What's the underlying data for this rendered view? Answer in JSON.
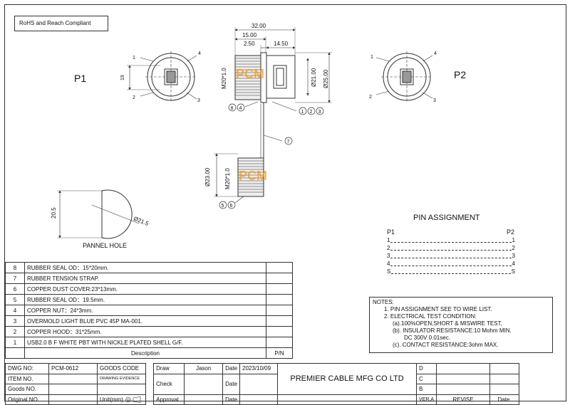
{
  "compliance": "RoHS and Reach Compliant",
  "views": {
    "p1": "P1",
    "p2": "P2",
    "panel_hole": "PANNEL HOLE"
  },
  "pin_callouts": [
    "1",
    "2",
    "3",
    "4"
  ],
  "dimensions": {
    "d32": "32.00",
    "d15": "15.00",
    "d2_5": "2.50",
    "d14_5": "14.50",
    "m20_top": "M20*1.0",
    "dia21": "Ø21.00",
    "dia25": "Ø25.00",
    "h19": "19",
    "dia23": "Ø23.00",
    "m20_bottom": "M20*1.0",
    "h20_5": "20.5",
    "dia21_5": "Ø21.5"
  },
  "part_callouts": {
    "c8": "8",
    "c4": "4",
    "c1": "1",
    "c2": "2",
    "c3": "3",
    "c7": "7",
    "c5": "5",
    "c6": "6"
  },
  "logo_text": "PCM",
  "pin_assignment": {
    "title": "PIN  ASSIGNMENT",
    "left_header": "P1",
    "right_header": "P2",
    "rows": [
      {
        "l": "1",
        "r": "1"
      },
      {
        "l": "2",
        "r": "2"
      },
      {
        "l": "3",
        "r": "3"
      },
      {
        "l": "4",
        "r": "4"
      },
      {
        "l": "S",
        "r": "S"
      }
    ]
  },
  "bom": [
    {
      "no": "8",
      "desc": "RUBBER  SEAL OD：15*20mm."
    },
    {
      "no": "7",
      "desc": "RUBBER  TENSION STRAP."
    },
    {
      "no": "6",
      "desc": "COPPER DUST COVER:23*13mm."
    },
    {
      "no": "5",
      "desc": "RUBBER  SEAL OD：19.5mm."
    },
    {
      "no": "4",
      "desc": "COPPER NUT：24*3mm."
    },
    {
      "no": "3",
      "desc": "OVERMOLD LIGHT BLUE PVC 45P MA-001."
    },
    {
      "no": "2",
      "desc": "COPPER HOOD：31*25mm."
    },
    {
      "no": "1",
      "desc": "USB2.0 B F WHITE PBT WITH NICKLE  PLATED SHELL G/F."
    }
  ],
  "bom_header": {
    "desc": "Description",
    "pn": "P/N"
  },
  "notes": {
    "title": "NOTES:",
    "lines": [
      "1. PIN ASSIGNMENT SEE TO WIRE LIST.",
      "2. ELECTRICAL TEST CONDITION:",
      "(a).100%OPEN,SHORT & MISWIRE TEST,",
      "(b). INSULATOR RESISTANCE:10 Mohm MIN.",
      "DC 300V 0.01sec.",
      "(c). CONTACT RESISTANCE:3ohm MAX."
    ]
  },
  "title_block": {
    "dwg_no_label": "DWG NO:",
    "dwg_no": "PCM-0612",
    "goods_code": "GOODS CODE",
    "item_no_label": "ITEM NO.",
    "drawing_evidence": "DRAWING EVIDENCE",
    "goods_no_label": "Goods NO.",
    "original_no_label": "Original NO.",
    "unit": "Unit(mm)",
    "draw_label": "Draw",
    "draw_name": "Jason",
    "date_label": "Date",
    "date_value": "2023/10/09",
    "check_label": "Check",
    "approval_label": "Approval",
    "company": "PREMIER CABLE MFG CO LTD",
    "rev_d": "D",
    "rev_c": "C",
    "rev_b": "B",
    "ver": "VER.A",
    "revise": "REVISE",
    "rev_date": "Date."
  }
}
